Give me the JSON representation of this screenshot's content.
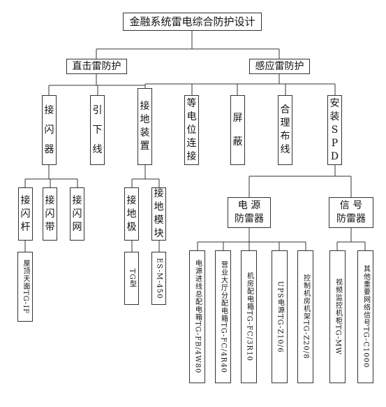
{
  "title": "金融系统雷电综合防护设计",
  "branches": {
    "direct": "直击雷防护",
    "induced": "感应雷防护"
  },
  "direct_children": {
    "air_terminal": "接闪器",
    "down_conductor": "引下线",
    "grounding": "接地装置"
  },
  "induced_children": {
    "equipotential": "等电位连接",
    "shielding": "屏蔽",
    "wiring": "合理布线",
    "spd": "安装SPD"
  },
  "air_terminal_children": {
    "rod": "接闪杆",
    "strip": "接闪带",
    "mesh": "接闪网"
  },
  "rod_detail": "屋顶天面TG-IF",
  "grounding_children": {
    "electrode": "接地极",
    "module": "接地模块"
  },
  "electrode_detail": "TG型",
  "module_detail": "ES-M-450",
  "spd_children": {
    "power_line1": "电 源",
    "power_line2": "防雷器",
    "signal_line1": "信 号",
    "signal_line2": "防雷器"
  },
  "power_items": [
    {
      "name": "电源进线总配电箱",
      "model": "TG-FB/4W80"
    },
    {
      "name": "营业大厅分配电箱",
      "model": "TG-FC/4R40"
    },
    {
      "name": "机房配电箱",
      "model": "TG-FC/3R10"
    },
    {
      "name": "UPS电源",
      "model": "TG-Z10/6"
    },
    {
      "name": "控制机房机架",
      "model": "TG-Z20/8"
    }
  ],
  "signal_items": [
    {
      "name": "视频监控机柜",
      "model": "TG-MW"
    },
    {
      "name": "其他重要网络信号",
      "model": "TG-C1000"
    }
  ]
}
